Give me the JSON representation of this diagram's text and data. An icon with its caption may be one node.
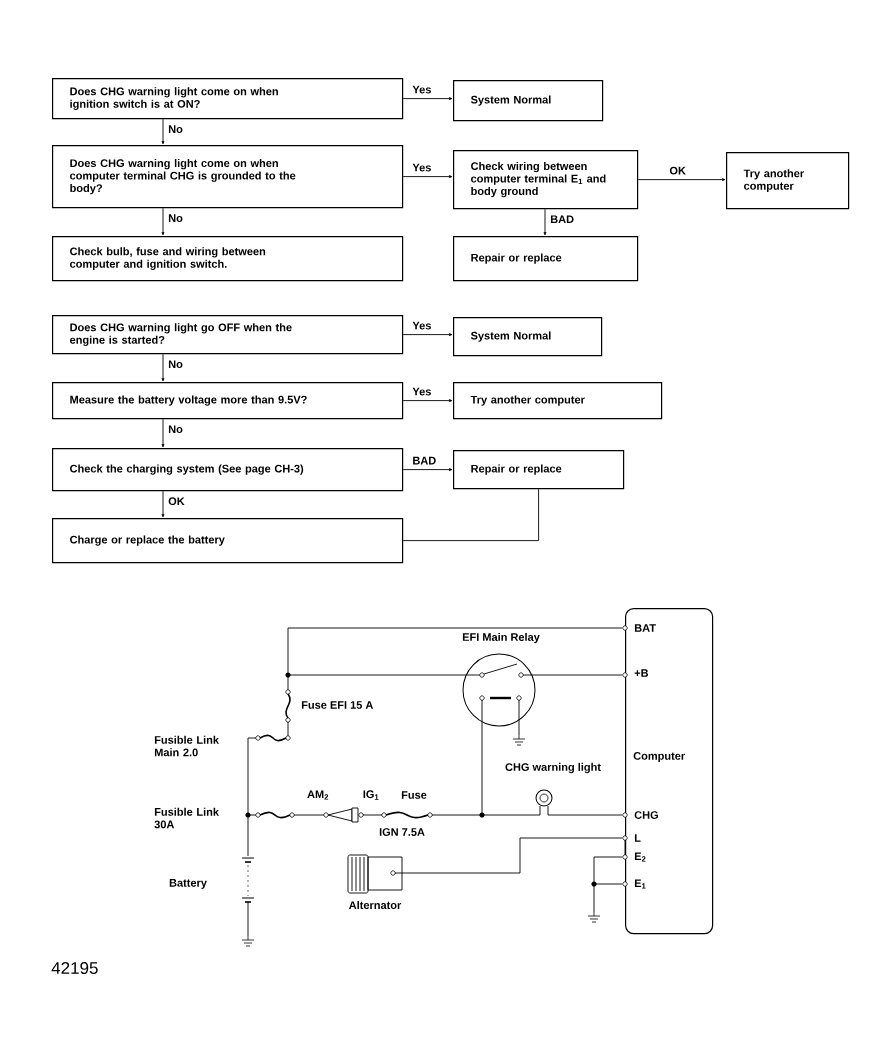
{
  "diagram": {
    "nodes": [
      {
        "text": [
          "Does CHG warning light come on when ignition switch is at ON?"
        ]
      },
      {
        "text": [
          "System Normal"
        ]
      },
      {
        "text": [
          "Does CHG warning light come on when computer terminal CHG is grounded to the body?"
        ]
      },
      {
        "text": [
          "Check wiring between computer terminal E$_{1}$ and body ground"
        ]
      },
      {
        "text": [
          "Try another computer"
        ]
      },
      {
        "text": [
          "Check bulb, fuse and wiring between computer and ignition switch."
        ]
      },
      {
        "text": [
          "Repair or replace"
        ]
      },
      {
        "text": [
          "Does CHG warning light go OFF when the engine is started?"
        ]
      },
      {
        "text": [
          "System Normal"
        ]
      },
      {
        "text": [
          "Measure the battery voltage more than 9.5V?"
        ]
      },
      {
        "text": [
          "Try another computer"
        ]
      },
      {
        "text": [
          "Check the charging system (See page CH-3)"
        ]
      },
      {
        "text": [
          "Repair or replace"
        ]
      },
      {
        "text": [
          "Charge or replace the battery"
        ]
      },
      {
        "text": [
          "BAT",
          "+B",
          "Computer",
          "CHG",
          "L",
          "E$_{2}$",
          "E$_{1}$"
        ]
      }
    ],
    "edges": [
      {
        "from": 0,
        "to": 1,
        "arrow": "to",
        "label": "Yes"
      },
      {
        "from": 0,
        "to": 2,
        "arrow": "to",
        "label": "No"
      },
      {
        "from": 2,
        "to": 3,
        "arrow": "to",
        "label": "Yes"
      },
      {
        "from": 3,
        "to": 4,
        "arrow": "to",
        "label": "OK"
      },
      {
        "from": 2,
        "to": 5,
        "arrow": "to",
        "label": "No"
      },
      {
        "from": 3,
        "to": 6,
        "arrow": "to",
        "label": "BAD"
      },
      {
        "from": 7,
        "to": 8,
        "arrow": "to",
        "label": "Yes"
      },
      {
        "from": 7,
        "to": 9,
        "arrow": "to",
        "label": "No"
      },
      {
        "from": 9,
        "to": 10,
        "arrow": "to",
        "label": "Yes"
      },
      {
        "from": 9,
        "to": 11,
        "arrow": "to",
        "label": "No"
      },
      {
        "from": 11,
        "to": 12,
        "arrow": "to",
        "label": "BAD"
      },
      {
        "from": 11,
        "to": 13,
        "arrow": "to",
        "label": "OK"
      },
      {
        "from": 12,
        "to": 13,
        "arrow": "none"
      }
    ],
    "labels": [
      "EFI Main Relay",
      "Fuse EFI 15 A",
      "Fusible Link Main 2.0",
      "CHG warning light",
      "Fusible Link 30A",
      "AM$_{2}$",
      "IG$_{1}$",
      "Fuse",
      "IGN 7.5A",
      "Battery",
      "Alternator",
      "42195"
    ]
  }
}
